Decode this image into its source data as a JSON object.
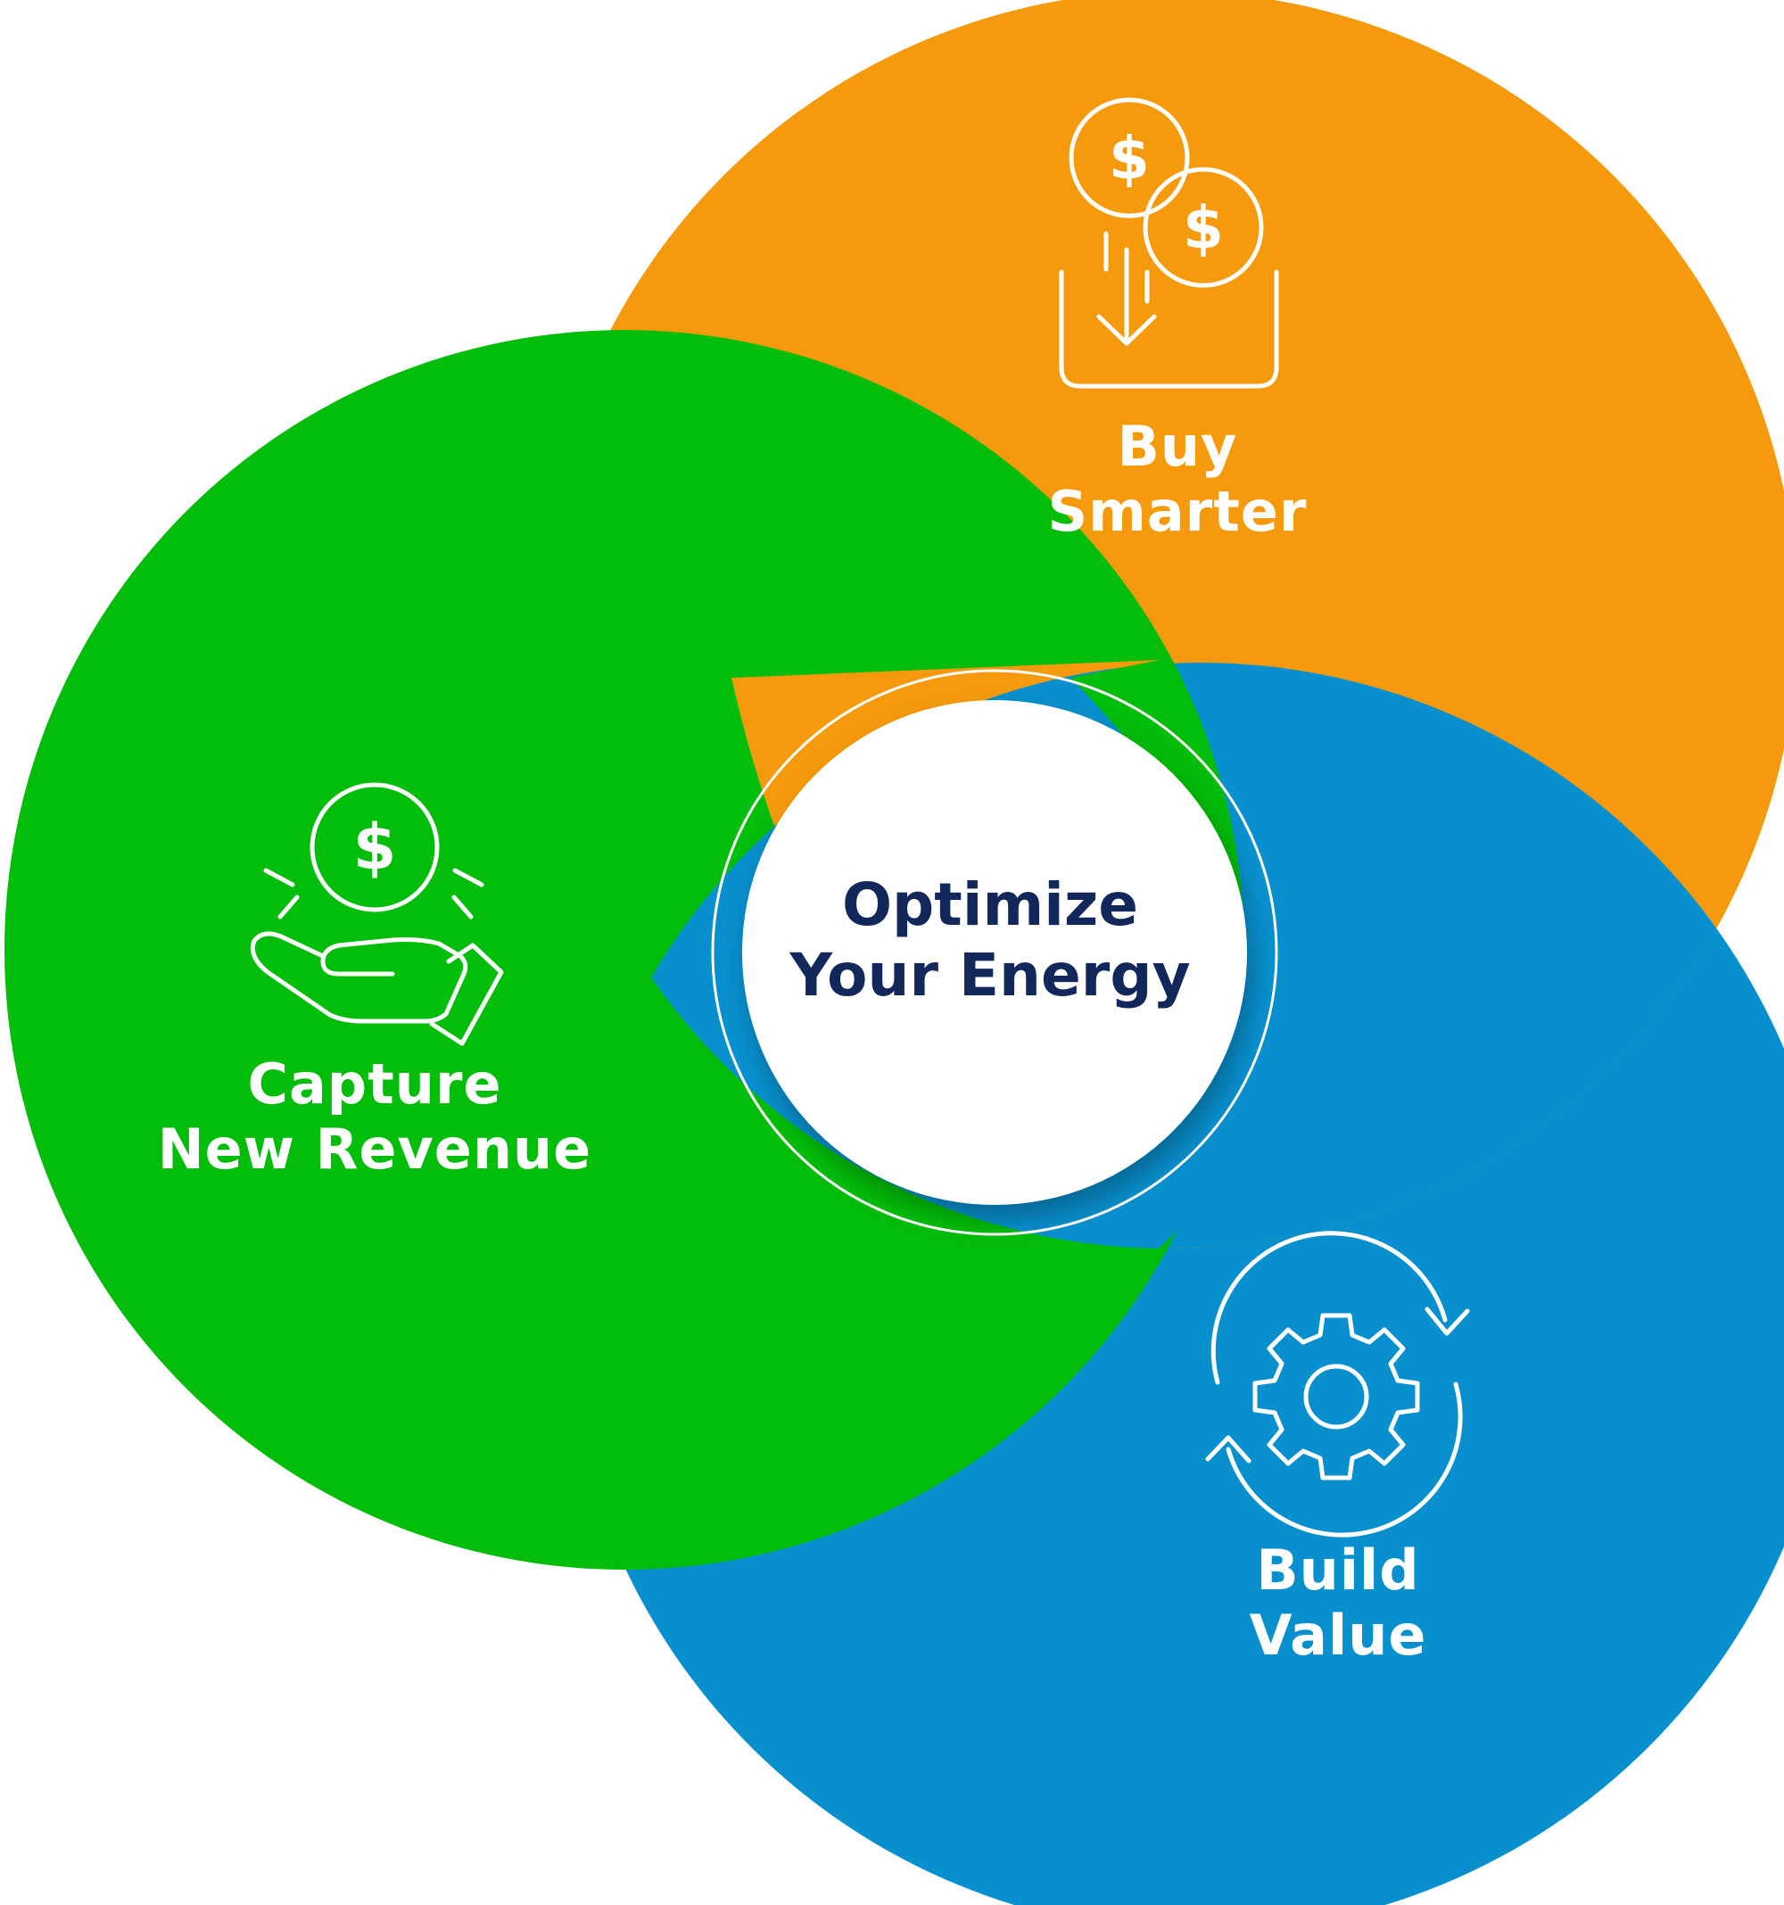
{
  "title": {
    "line1": "Optimize",
    "line2": "Your Energy"
  },
  "segments": [
    {
      "id": "buy-smarter",
      "line1": "Buy",
      "line2": "Smarter",
      "color": "#f59a0c",
      "icon": "coins-into-box-icon"
    },
    {
      "id": "capture-new-revenue",
      "line1": "Capture",
      "line2": "New Revenue",
      "color": "#02bd09",
      "icon": "hand-with-coin-icon"
    },
    {
      "id": "build-value",
      "line1": "Build",
      "line2": "Value",
      "color": "#0890ce",
      "icon": "gear-with-arrows-icon"
    }
  ],
  "colors": {
    "title_text": "#13285a",
    "label_text": "#ffffff",
    "center_fill": "#ffffff"
  }
}
